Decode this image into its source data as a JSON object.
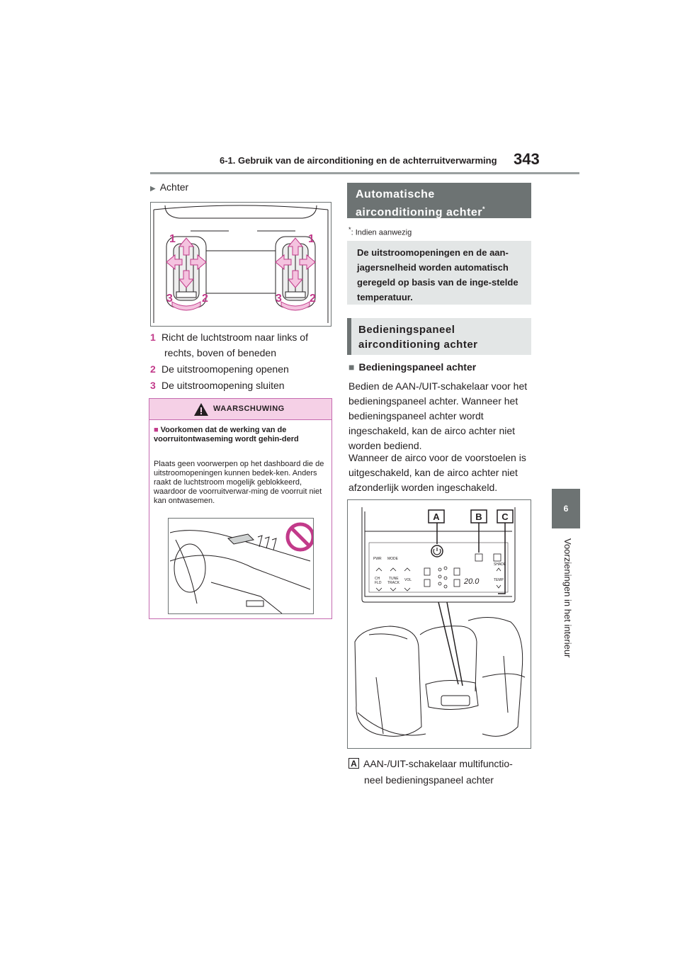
{
  "header": {
    "title": "6-1. Gebruik van de airconditioning en de achterruitverwarming",
    "page_number": "343"
  },
  "side_tab": {
    "number": "6",
    "label": "Voorzieningen in het interieur"
  },
  "left": {
    "bullet": "Achter",
    "vent_figure": {
      "callouts": [
        "1",
        "1",
        "3",
        "2",
        "3",
        "2"
      ]
    },
    "steps": [
      {
        "num": "1",
        "text_line1": "Richt de luchtstroom naar links of",
        "text_line2": "rechts, boven of beneden"
      },
      {
        "num": "2",
        "text_line1": "De uitstroomopening openen"
      },
      {
        "num": "3",
        "text_line1": "De uitstroomopening sluiten"
      }
    ],
    "warning": {
      "label": "WAARSCHUWING",
      "subtitle": "Voorkomen dat de werking van de voorruitontwaseming wordt gehin-derd",
      "body": "Plaats geen voorwerpen op het dashboard die de uitstroomopeningen kunnen bedek-ken. Anders raakt de luchtstroom mogelijk geblokkeerd, waardoor de voorruitverwar-ming de voorruit niet kan ontwasemen."
    }
  },
  "right": {
    "auto_heading_line1": "Automatische",
    "auto_heading_line2": "airconditioning achter",
    "footnote_mark": "*",
    "footnote": "Indien aanwezig",
    "info": "De uitstroomopeningen en de aan-jagersnelheid worden automatisch geregeld op basis van de inge-stelde temperatuur.",
    "panel_heading_line1": "Bedieningspaneel",
    "panel_heading_line2": "airconditioning achter",
    "subheading": "Bedieningspaneel achter",
    "para1": "Bedien de AAN-/UIT-schakelaar voor het bedieningspaneel achter. Wanneer het bedieningspaneel achter wordt ingeschakeld, kan de airco achter niet worden bediend.",
    "para2": "Wanneer de airco voor de voorstoelen is uitgeschakeld, kan de airco achter niet afzonderlijk worden ingeschakeld.",
    "panel_figure": {
      "callouts": [
        "A",
        "B",
        "C"
      ],
      "labels": {
        "pwr": "PWR",
        "mode": "MODE",
        "ch": "CH",
        "fld": "FLD",
        "tune": "TUNE",
        "track": "TRACK",
        "vol": "VOL",
        "temp_value": "20.0",
        "shade": "SHADE",
        "temp": "TEMP"
      }
    },
    "caption_badge": "A",
    "caption_line1": "AAN-/UIT-schakelaar multifunctio-",
    "caption_line2": "neel bedieningspaneel achter"
  },
  "colors": {
    "accent": "#c23a8a",
    "section_dark": "#6d7373",
    "section_light": "#e3e6e6",
    "warning_bg": "#f5d0e6"
  }
}
